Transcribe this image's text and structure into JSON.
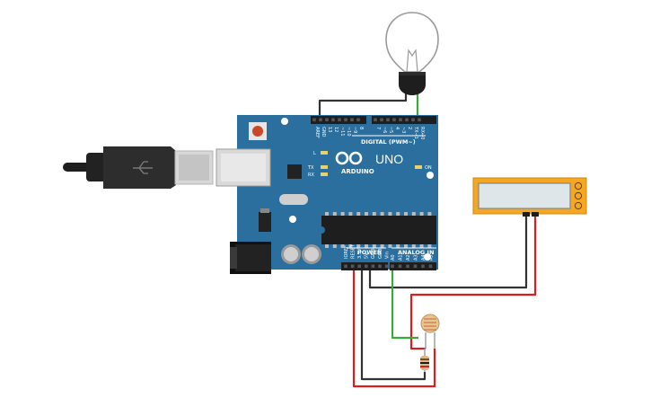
{
  "board": {
    "brand": "ARDUINO",
    "model": "UNO",
    "reset_symbol": "",
    "on_label": "ON",
    "led_l": "L",
    "led_tx": "TX",
    "led_rx": "RX",
    "digital_header": "DIGITAL (PWM~)",
    "digital_pins": [
      "AREF",
      "GND",
      "13",
      "12",
      "~11",
      "~10",
      "~9",
      "8",
      "7",
      "~6",
      "~5",
      "4",
      "~3",
      "2",
      "TX→1",
      "RX←0"
    ],
    "power_header": "POWER",
    "power_pins": [
      "IOREF",
      "RESET",
      "3.3V",
      "5V",
      "GND",
      "GND",
      "Vin"
    ],
    "analog_header": "ANALOG IN",
    "analog_pins": [
      "A0",
      "A1",
      "A2",
      "A3",
      "A4",
      "A5"
    ]
  },
  "components": {
    "bulb": "light-bulb",
    "lcd": "lcd-display",
    "ldr": "photoresistor",
    "resistor": "resistor",
    "usb": "usb-cable"
  },
  "colors": {
    "board": "#2b6f9e",
    "wire_black": "#333333",
    "wire_red": "#d42020",
    "wire_green": "#3aa83a",
    "lcd_frame": "#f5a623",
    "lcd_screen": "#dfe6ea"
  }
}
